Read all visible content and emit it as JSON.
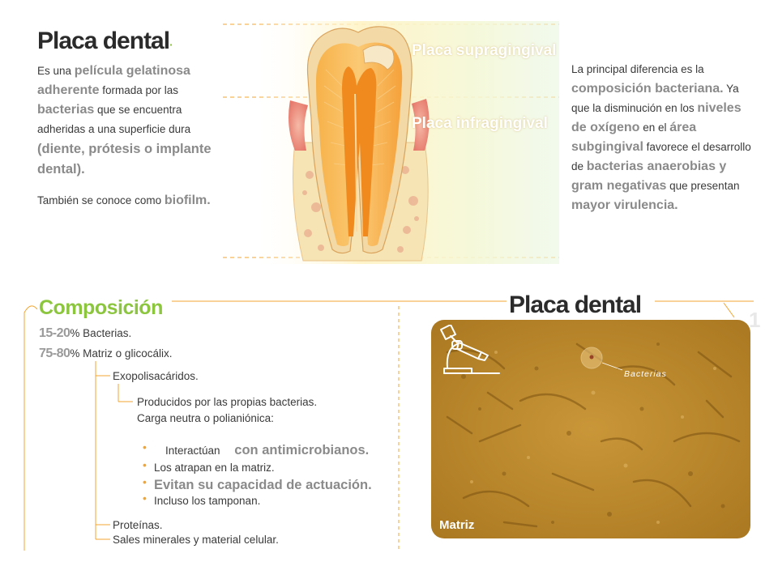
{
  "header": {
    "title": "Placa dental"
  },
  "definition": {
    "p1": {
      "t1": "Es una ",
      "h1": "película gelatinosa adherente",
      "t2": " formada por las ",
      "h2": "bacterias",
      "t3": " que se encuentra adheridas a una superficie dura ",
      "h3": "(diente, prótesis o implante dental)."
    },
    "p2": {
      "t1": "También se conoce como ",
      "h1": "biofilm."
    }
  },
  "illustration": {
    "label_supra": "Placa supragingival",
    "label_infra": "Placa infragingival",
    "colors": {
      "enamel": "#f3d9a6",
      "dentin": "#f7b24a",
      "pulp": "#f08a1e",
      "gum": "#e8887a",
      "bone": "#f6e4b4"
    }
  },
  "difference": {
    "t1": "La principal diferencia es la ",
    "h1": "composición bacteriana.",
    "t2": " Ya que la disminución en los ",
    "h2": "niveles de oxígeno",
    "t3": " en el ",
    "h3": "área subgingival",
    "t4": " favorece el desarrollo de ",
    "h4": "bacterias anaerobias y gram negativas",
    "t5": " que presentan ",
    "h5": "mayor virulencia."
  },
  "composition": {
    "title": "Composición",
    "line1": {
      "pct": "15-20",
      "rest": "% Bacterias."
    },
    "line2": {
      "pct": "75-80",
      "rest": "% Matriz o glicocálix."
    },
    "exo": "Exopolisacáridos.",
    "producidos": "Producidos por las propias bacterias.",
    "carga": "Carga neutra o polianiónica:",
    "bullets": {
      "b1": {
        "t": "Interactúan ",
        "h": "con antimicrobianos."
      },
      "b2": {
        "t": "Los atrapan en la matriz."
      },
      "b3": {
        "h": "Evitan su capacidad de actuación."
      },
      "b4": {
        "t": "Incluso los tamponan."
      }
    },
    "proteinas": "Proteínas.",
    "sales": "Sales minerales y material celular."
  },
  "micrograph": {
    "title": "Placa dental",
    "label_bacterias": "Bacterias",
    "label_matriz": "Matriz",
    "page_number": "1",
    "colors": {
      "background": "#c08a2c",
      "accent": "#f2a531",
      "brand_green": "#8cc63f"
    }
  }
}
